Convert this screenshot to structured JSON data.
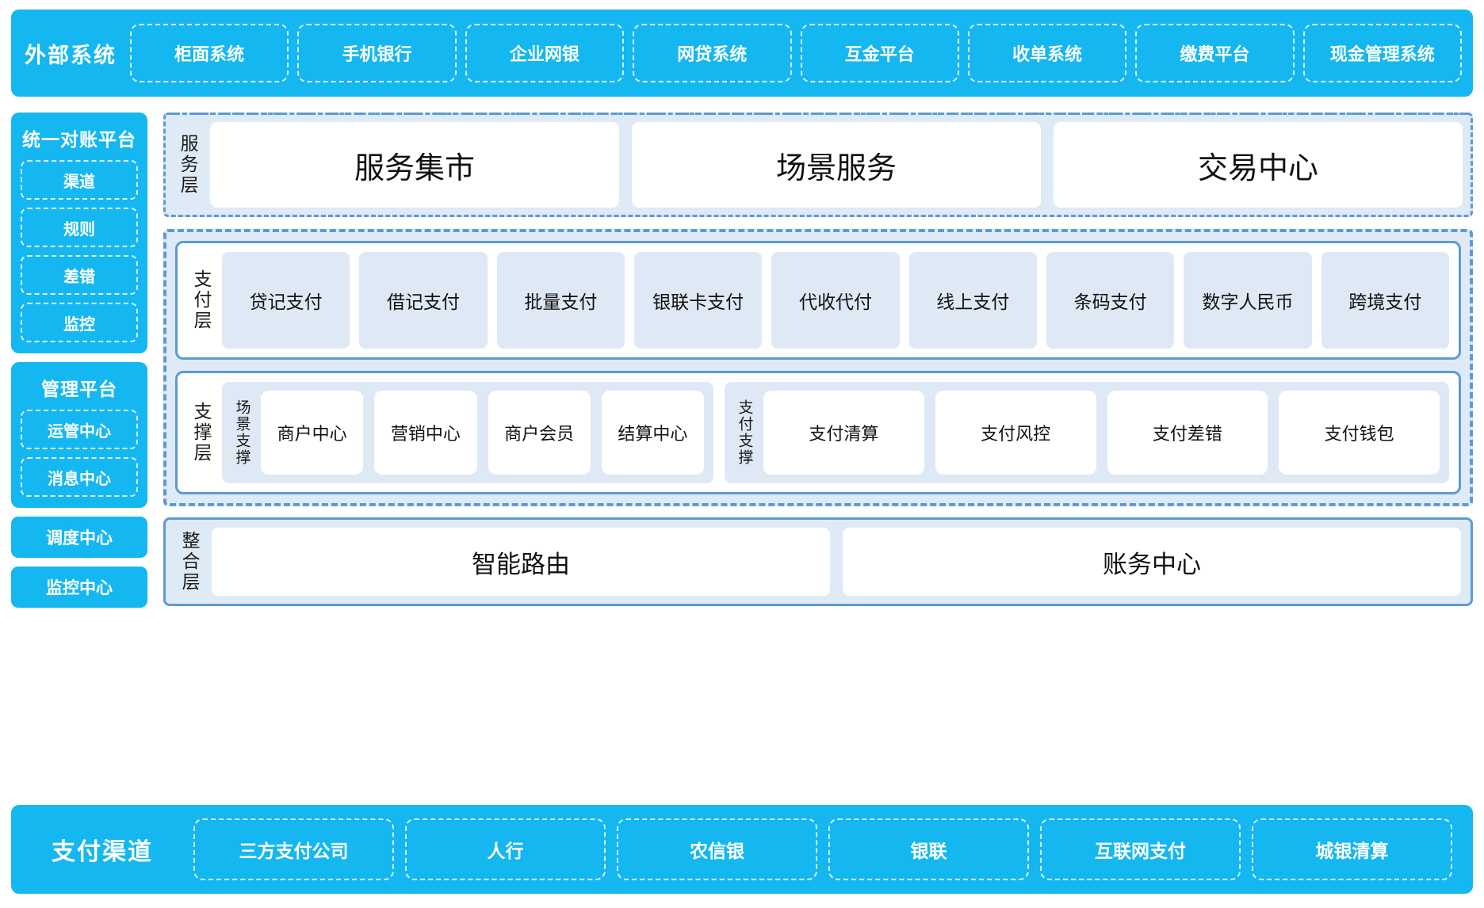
{
  "colors": {
    "brand_blue": "#15b7f0",
    "panel_blue": "#dfeaf7",
    "tile_blue": "#dfe9f5",
    "border_blue": "#5b9bd5",
    "white": "#ffffff",
    "text_dark": "#111111"
  },
  "external": {
    "title": "外部系统",
    "items": [
      "柜面系统",
      "手机银行",
      "企业网银",
      "网贷系统",
      "互金平台",
      "收单系统",
      "缴费平台",
      "现金管理系统"
    ]
  },
  "sidebar": {
    "blocks": [
      {
        "title": "统一对账平台",
        "items": [
          "渠道",
          "规则",
          "差错",
          "监控"
        ]
      },
      {
        "title": "管理平台",
        "items": [
          "运管中心",
          "消息中心"
        ]
      }
    ],
    "solo_items": [
      "调度中心",
      "监控中心"
    ]
  },
  "service_layer": {
    "label": "服务层",
    "cards": [
      "服务集市",
      "场景服务",
      "交易中心"
    ]
  },
  "payment_layer": {
    "label": "支付层",
    "tiles": [
      "贷记支付",
      "借记支付",
      "批量支付",
      "银联卡支付",
      "代收代付",
      "线上支付",
      "条码支付",
      "数字人民币",
      "跨境支付"
    ]
  },
  "support_layer": {
    "label": "支撑层",
    "groups": [
      {
        "label": "场景支撑",
        "tiles": [
          "商户中心",
          "营销中心",
          "商户会员",
          "结算中心"
        ]
      },
      {
        "label": "支付支撑",
        "tiles": [
          "支付清算",
          "支付风控",
          "支付差错",
          "支付钱包"
        ]
      }
    ]
  },
  "integration_layer": {
    "label": "整合层",
    "cards": [
      "智能路由",
      "账务中心"
    ]
  },
  "channels": {
    "title": "支付渠道",
    "items": [
      "三方支付公司",
      "人行",
      "农信银",
      "银联",
      "互联网支付",
      "城银清算"
    ]
  }
}
